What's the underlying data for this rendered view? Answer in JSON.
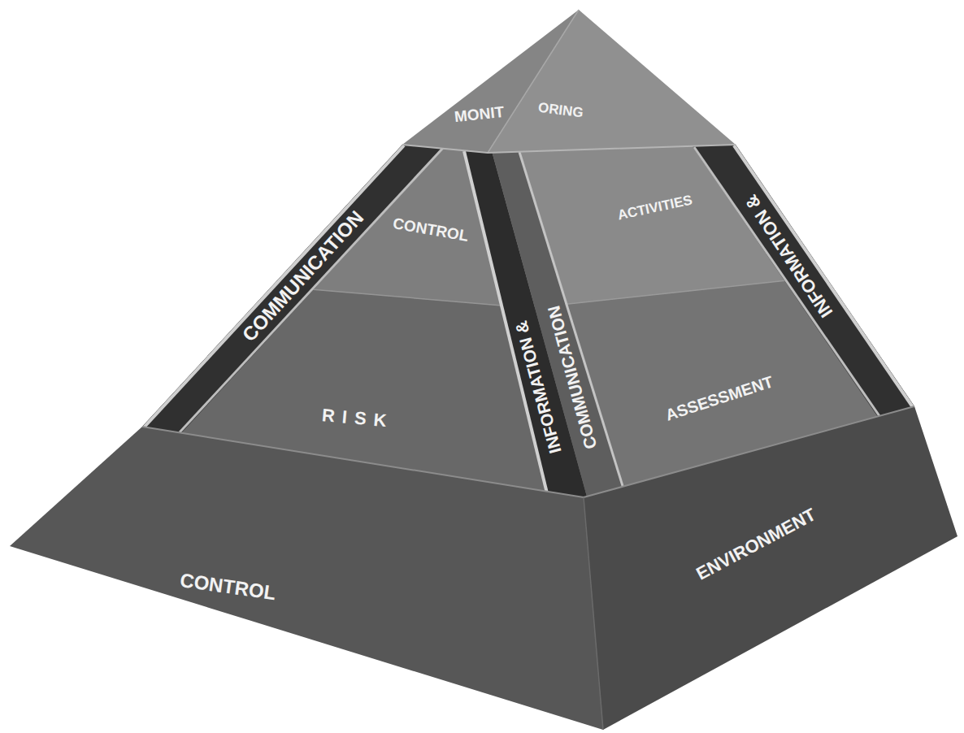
{
  "diagram": {
    "labels": [
      "MONIT",
      "ORING",
      "COMMUNICATION",
      "CONTROL",
      "INFORMATION &",
      "COMMUNICATION",
      "ACTIVITIES",
      "INFORMATION &",
      "RISK",
      "ASSESSMENT",
      "CONTROL",
      "ENVIRONMENT"
    ]
  }
}
